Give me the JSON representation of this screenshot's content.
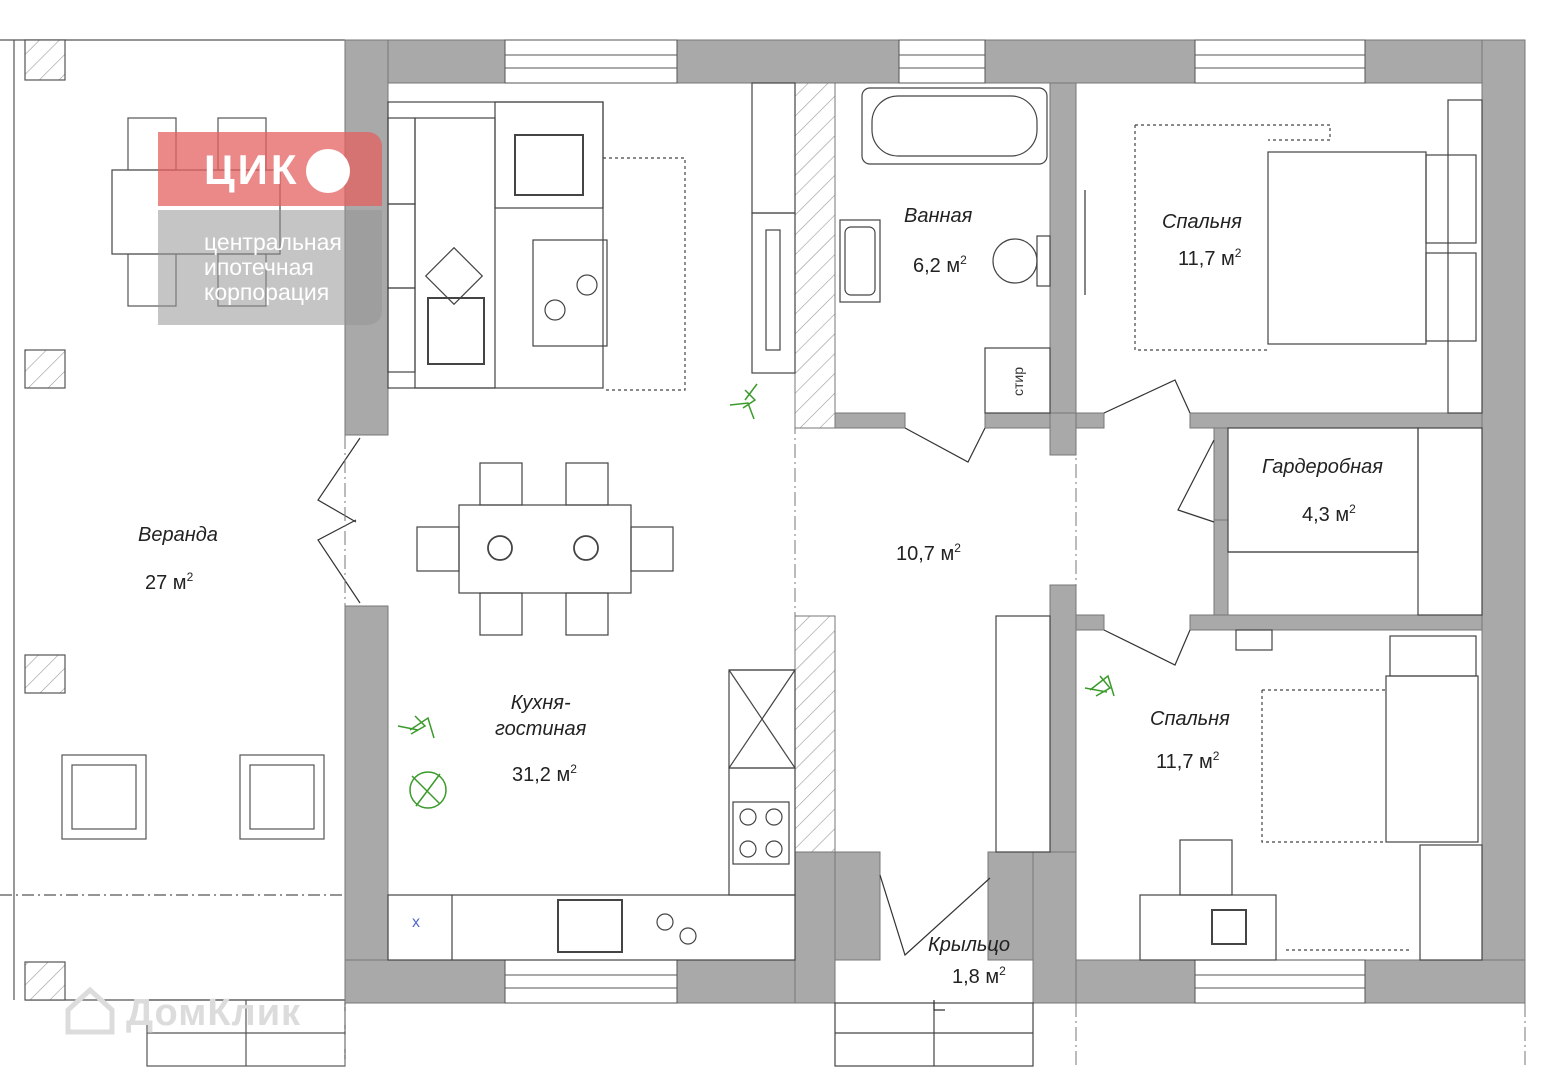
{
  "rooms": {
    "veranda": {
      "name": "Веранда",
      "area": "27 м",
      "unit_sup": "2"
    },
    "bathroom": {
      "name": "Ванная",
      "area": "6,2 м",
      "unit_sup": "2"
    },
    "bedroom1": {
      "name": "Спальня",
      "area": "11,7 м",
      "unit_sup": "2"
    },
    "wardrobe": {
      "name": "Гардеробная",
      "area": "4,3 м",
      "unit_sup": "2"
    },
    "hall": {
      "area": "10,7 м",
      "unit_sup": "2"
    },
    "kitchen": {
      "name_line1": "Кухня-",
      "name_line2": "гостиная",
      "area": "31,2 м",
      "unit_sup": "2"
    },
    "bedroom2": {
      "name": "Спальня",
      "area": "11,7 м",
      "unit_sup": "2"
    },
    "porch": {
      "name": "Крыльцо",
      "area": "1,8 м",
      "unit_sup": "2"
    }
  },
  "labels": {
    "laundry": "стир",
    "sink_mark": "х"
  },
  "logo": {
    "word": "ЦИК",
    "line1": "центральная",
    "line2": "ипотечная",
    "line3": "корпорация"
  },
  "watermark": {
    "text": "ДомКлик"
  },
  "colors": {
    "wall": "#a9a9a9",
    "line": "#333333",
    "plant": "#3a9a2a",
    "logo_red": "#e46060"
  }
}
